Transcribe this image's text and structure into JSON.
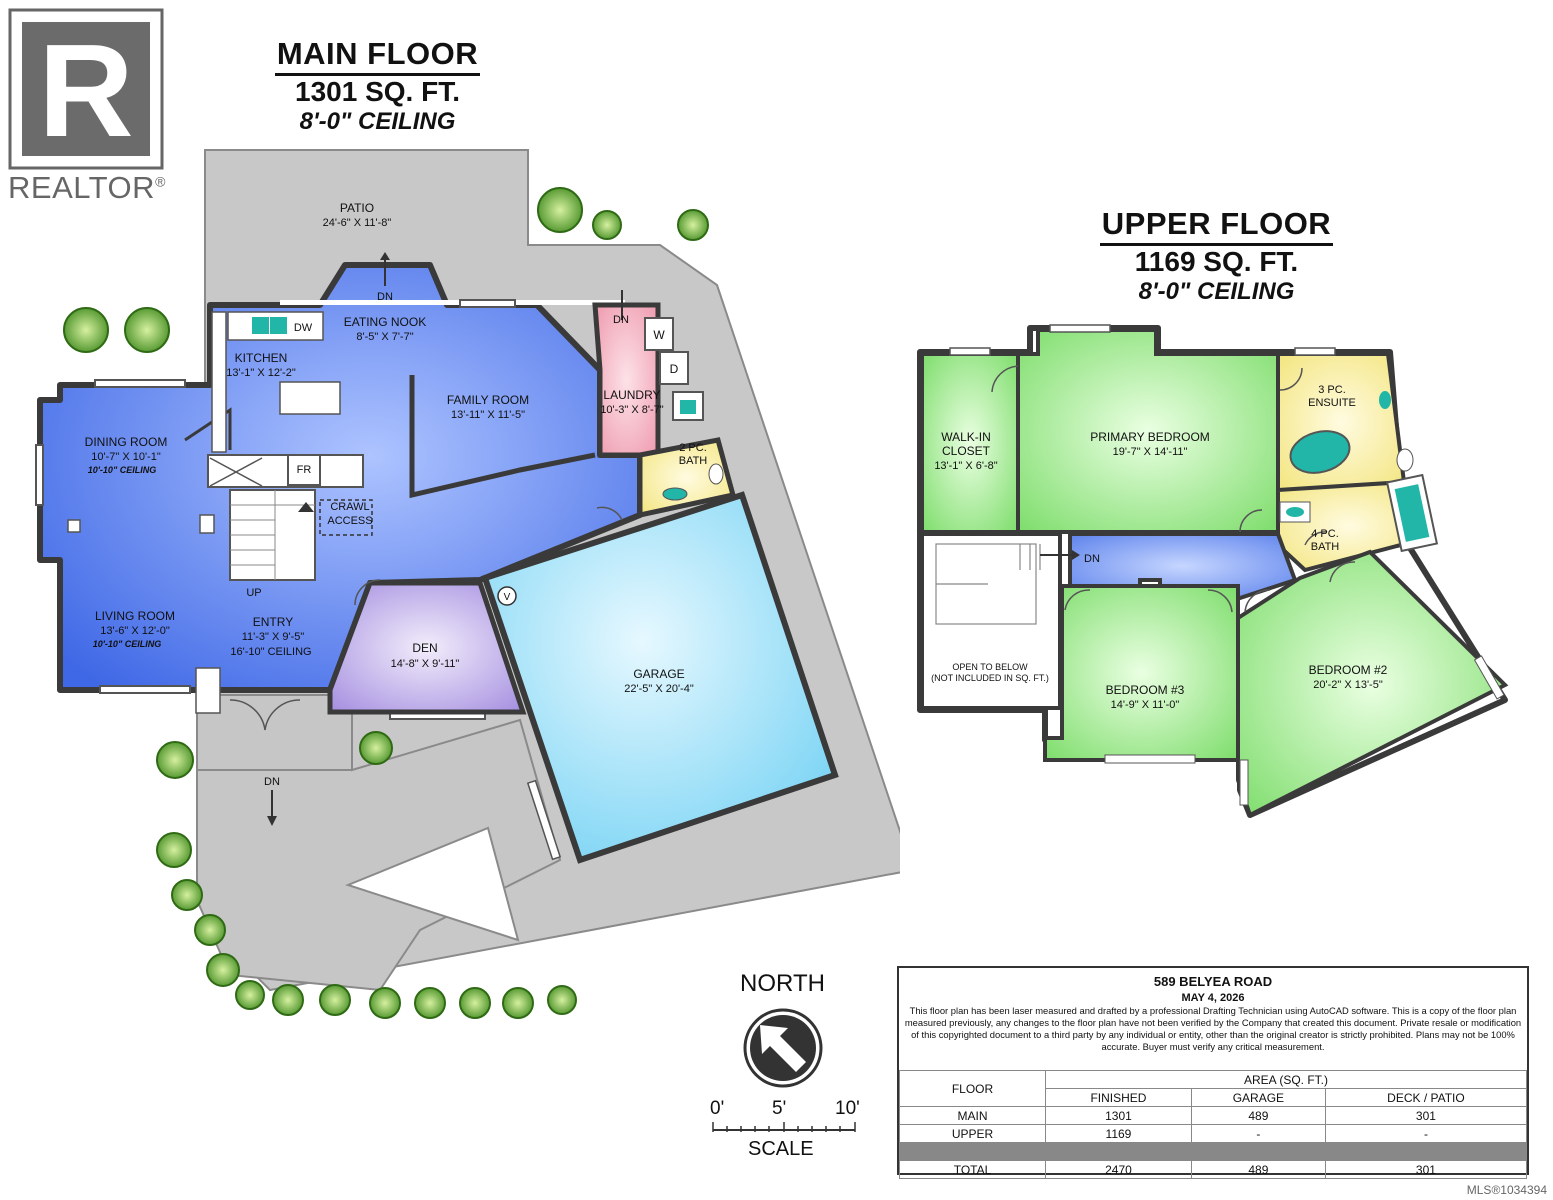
{
  "brand": {
    "logo_letter": "R",
    "logo_text": "REALTOR",
    "logo_mark": "®"
  },
  "main_floor": {
    "title": "MAIN FLOOR",
    "area": "1301 SQ. FT.",
    "ceiling": "8'-0\" CEILING"
  },
  "upper_floor": {
    "title": "UPPER FLOOR",
    "area": "1169 SQ. FT.",
    "ceiling": "8'-0\" CEILING"
  },
  "main_rooms": {
    "patio": {
      "name": "PATIO",
      "dim": "24'-6\" X 11'-8\""
    },
    "eating_nook": {
      "name": "EATING NOOK",
      "dim": "8'-5\" X 7'-7\""
    },
    "kitchen": {
      "name": "KITCHEN",
      "dim": "13'-1\" X 12'-2\""
    },
    "family_room": {
      "name": "FAMILY ROOM",
      "dim": "13'-11\" X 11'-5\""
    },
    "laundry": {
      "name": "LAUNDRY",
      "dim": "10'-3\" X 8'-7\""
    },
    "dining_room": {
      "name": "DINING ROOM",
      "dim": "10'-7\" X 10'-1\"",
      "ceiling": "10'-10\" CEILING"
    },
    "two_pc_bath": {
      "name1": "2 PC.",
      "name2": "BATH"
    },
    "crawl_access": {
      "line1": "CRAWL",
      "line2": "ACCESS"
    },
    "living_room": {
      "name": "LIVING ROOM",
      "dim": "13'-6\" X 12'-0\"",
      "ceiling": "10'-10\" CEILING"
    },
    "entry": {
      "name": "ENTRY",
      "dim": "11'-3\" X 9'-5\"",
      "ceiling": "16'-10\" CEILING"
    },
    "den": {
      "name": "DEN",
      "dim": "14'-8\" X 9'-11\""
    },
    "garage": {
      "name": "GARAGE",
      "dim": "22'-5\" X 20'-4\""
    },
    "labels": {
      "dn": "DN",
      "up": "UP",
      "dw": "DW",
      "fr": "FR",
      "w": "W",
      "d": "D",
      "v": "V"
    }
  },
  "upper_rooms": {
    "walk_in_closet": {
      "line1": "WALK-IN",
      "line2": "CLOSET",
      "dim": "13'-1\" X 6'-8\""
    },
    "primary_bedroom": {
      "name": "PRIMARY BEDROOM",
      "dim": "19'-7\" X 14'-11\""
    },
    "three_pc_ensuite": {
      "line1": "3 PC.",
      "line2": "ENSUITE"
    },
    "four_pc_bath": {
      "line1": "4 PC.",
      "line2": "BATH"
    },
    "open_to_below": {
      "line1": "OPEN TO BELOW",
      "line2": "(NOT INCLUDED IN SQ. FT.)"
    },
    "bedroom3": {
      "name": "BEDROOM #3",
      "dim": "14'-9\" X 11'-0\""
    },
    "bedroom2": {
      "name": "BEDROOM #2",
      "dim": "20'-2\" X 13'-5\""
    },
    "dn": "DN"
  },
  "north": {
    "label": "NORTH"
  },
  "scale": {
    "label": "SCALE",
    "ticks": [
      "0'",
      "5'",
      "10'"
    ]
  },
  "info": {
    "address": "589 BELYEA ROAD",
    "date": "MAY 4, 2026",
    "disclaimer": "This floor plan has been laser measured and drafted by a professional Drafting Technician using AutoCAD software. This is a copy of the floor plan measured previously, any changes to the floor plan have not been verified by the Company that created this document.  Private resale or modification of this copyrighted document to a third party by any individual or entity, other than the original creator is strictly prohibited. Plans may not be 100% accurate.  Buyer must verify any critical measurement.",
    "header_floor": "FLOOR",
    "header_area": "AREA (SQ. FT.)",
    "columns": [
      "FINISHED",
      "GARAGE",
      "DECK / PATIO"
    ],
    "rows": [
      {
        "floor": "MAIN",
        "finished": "1301",
        "garage": "489",
        "deck": "301"
      },
      {
        "floor": "UPPER",
        "finished": "1169",
        "garage": "-",
        "deck": "-"
      }
    ],
    "total": {
      "floor": "TOTAL",
      "finished": "2470",
      "garage": "489",
      "deck": "301"
    }
  },
  "mls": "MLS®1034394",
  "colors": {
    "blue_room": "#5a7ff0",
    "green_room": "#9ae58a",
    "pink_room": "#f2a9b8",
    "purple_room": "#b9a5e8",
    "garage": "#7fd8f5",
    "bath": "#f6ee9c",
    "patio": "#c6c6c6"
  }
}
